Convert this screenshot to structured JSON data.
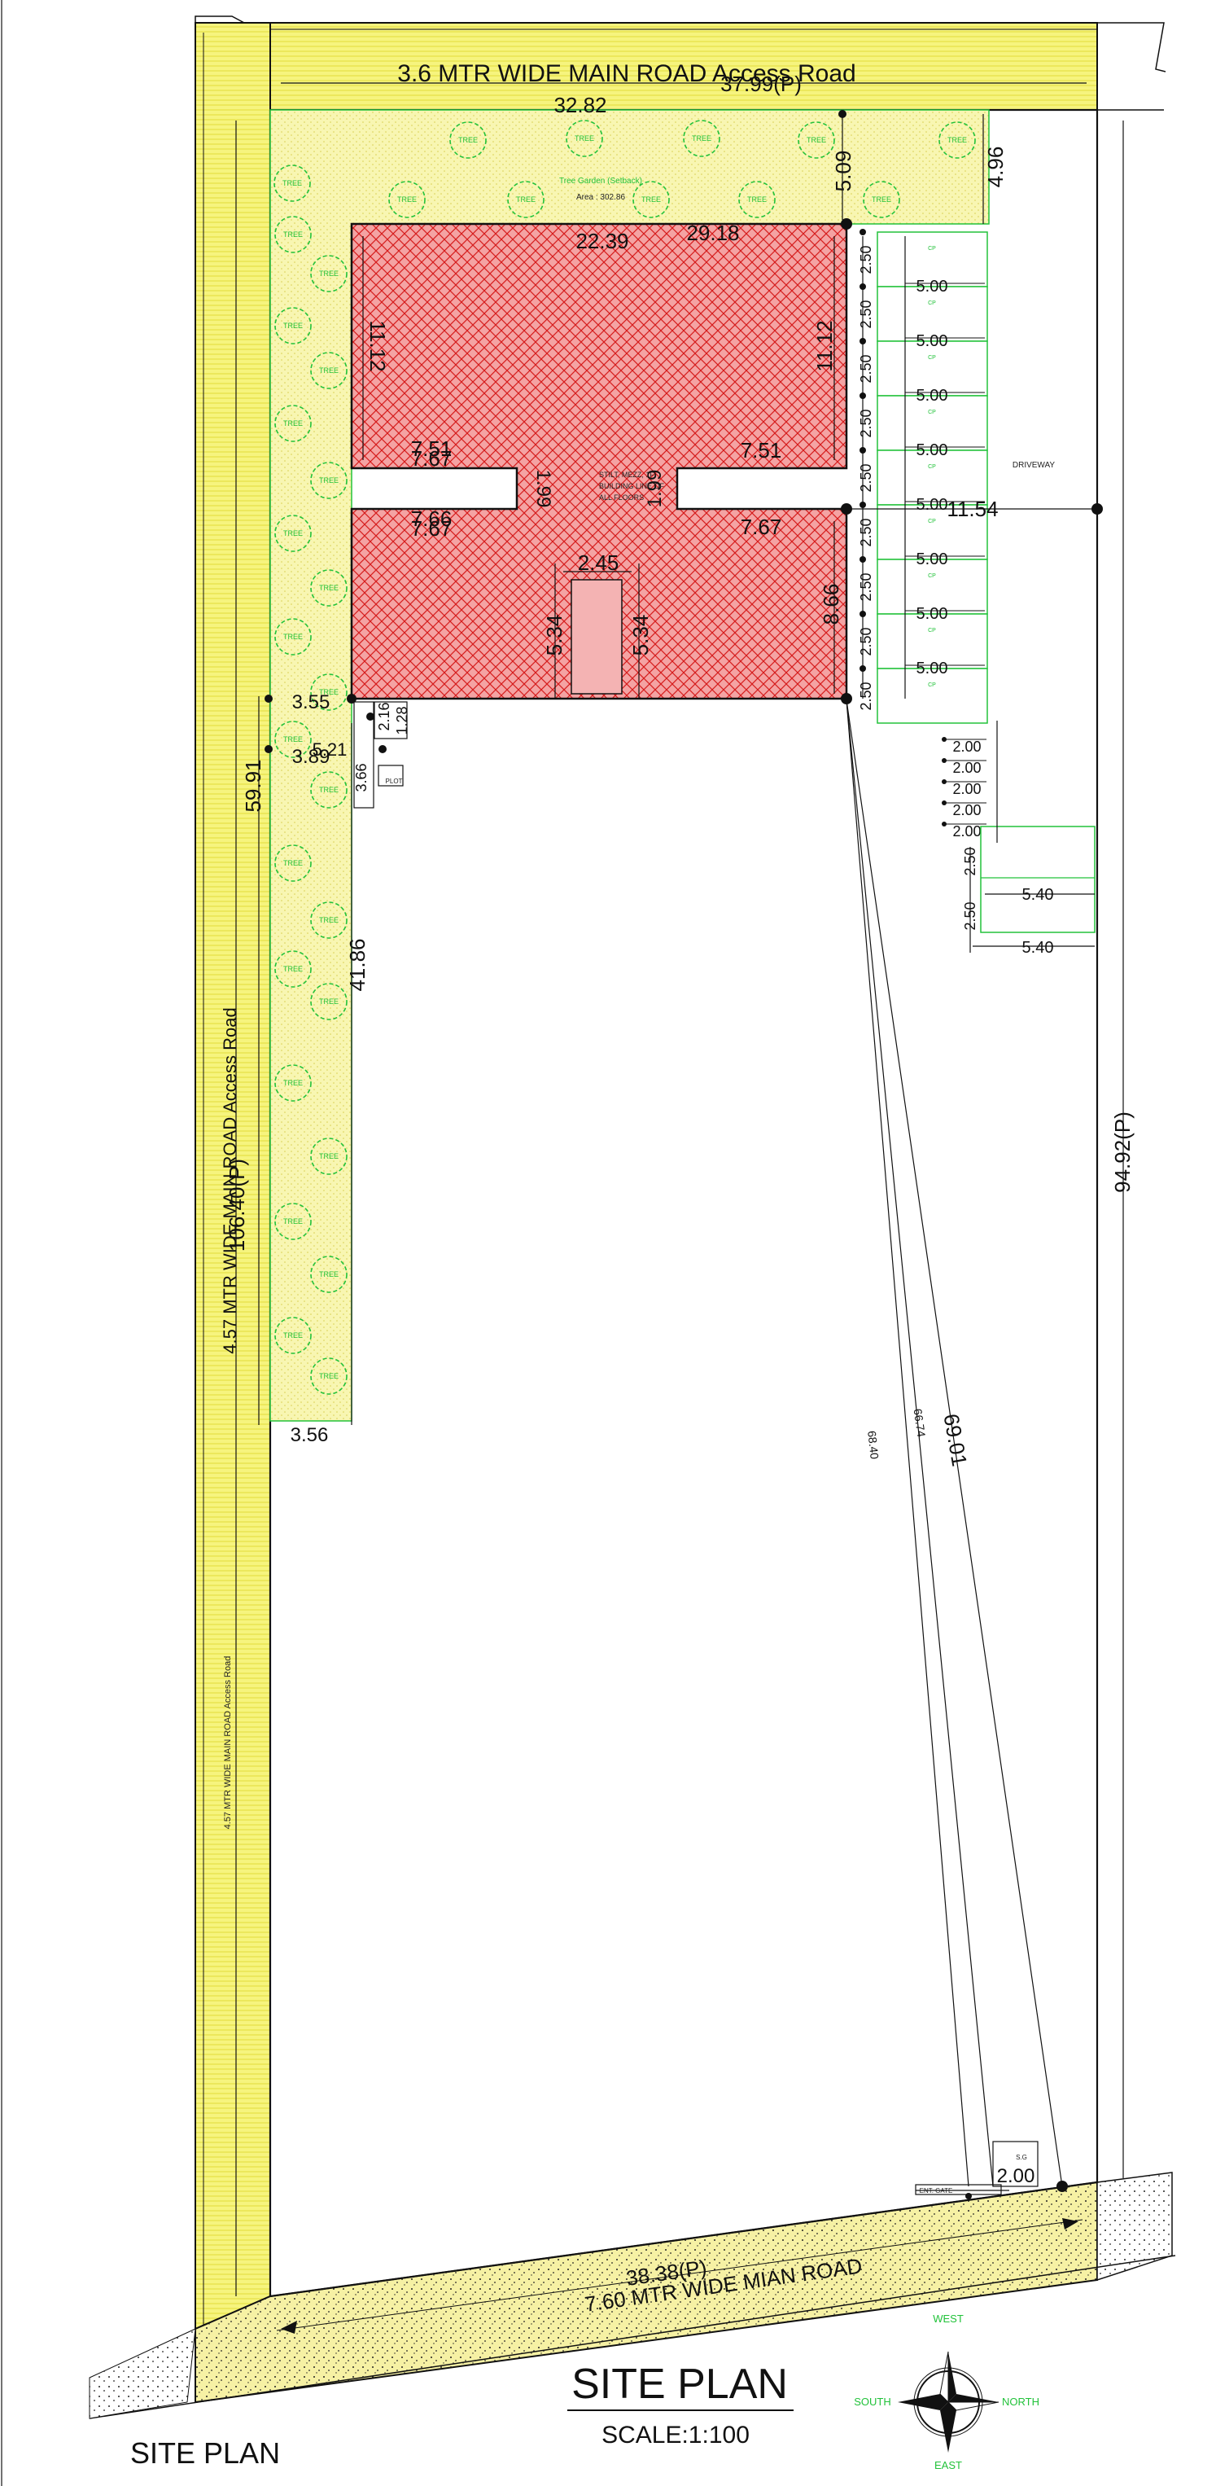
{
  "title": "SITE PLAN",
  "scale": "SCALE:1:100",
  "corner_label": "SITE PLAN",
  "roads": {
    "top": "3.6 MTR WIDE MAIN ROAD Access Road",
    "left": "4.57 MTR WIDE MAIN ROAD Access Road",
    "left_small": "4.57 MTR WIDE MAIN ROAD Access Road",
    "bottom": "7.60 MTR WIDE MIAN ROAD"
  },
  "green_area": {
    "name": "Tree Garden (Setback)",
    "area": "Area : 302.86"
  },
  "building_note": [
    "STILT, MEZZ, 1F",
    "BUILDING LINE OF",
    "ALL FLOORS"
  ],
  "labels": {
    "driveway": "DRIVEWAY",
    "ent_gate": "ENT. GATE",
    "plot": "PLOT",
    "sg": "S.G"
  },
  "tree_label": "TREE",
  "compass": {
    "west": "WEST",
    "east": "EAST",
    "north": "NORTH",
    "south": "SOUTH"
  },
  "parking": {
    "bay_len": "5.00",
    "bay_w": "2.50",
    "small_len": "2.00",
    "wide_len": "5.40",
    "cp": "CP"
  },
  "dims": {
    "top_32_82": "32.82",
    "top_37_99": "37.99(P)",
    "d_22_39": "22.39",
    "d_29_18": "29.18",
    "d_5_09": "5.09",
    "d_4_96": "4.96",
    "d_11_12a": "11.12",
    "d_11_12b": "11.12",
    "d_7_51a": "7.51",
    "d_7_51b": "7.51",
    "d_7_67a": "7.67",
    "d_7_67b": "7.67",
    "d_7_67c": "7.67",
    "d_7_66": "7.66",
    "d_1_99a": "1.99",
    "d_1_99b": "1.99",
    "d_2_45": "2.45",
    "d_5_34a": "5.34",
    "d_5_34b": "5.34",
    "d_8_66": "8.66",
    "d_11_54": "11.54",
    "d_3_55": "3.55",
    "d_3_89": "3.89",
    "d_5_21": "5.21",
    "d_59_91": "59.91",
    "d_41_86": "41.86",
    "d_106_40": "106.40(P)",
    "d_3_56": "3.56",
    "d_94_92": "94.92(P)",
    "d_69_01": "69.01",
    "d_68_40": "68.40",
    "d_66_74": "66.74",
    "d_38_38": "38.38(P)",
    "d_2_00": "2.00",
    "d_3_66": "3.66",
    "d_2_16": "2.16",
    "d_1_28": "1.28"
  },
  "colors": {
    "road_yellow": "#f4f27a",
    "garden": "#f7f4a8",
    "building": "#f29a9a",
    "hatch": "#d81e1e",
    "green": "#22c23a",
    "ink": "#111111"
  }
}
